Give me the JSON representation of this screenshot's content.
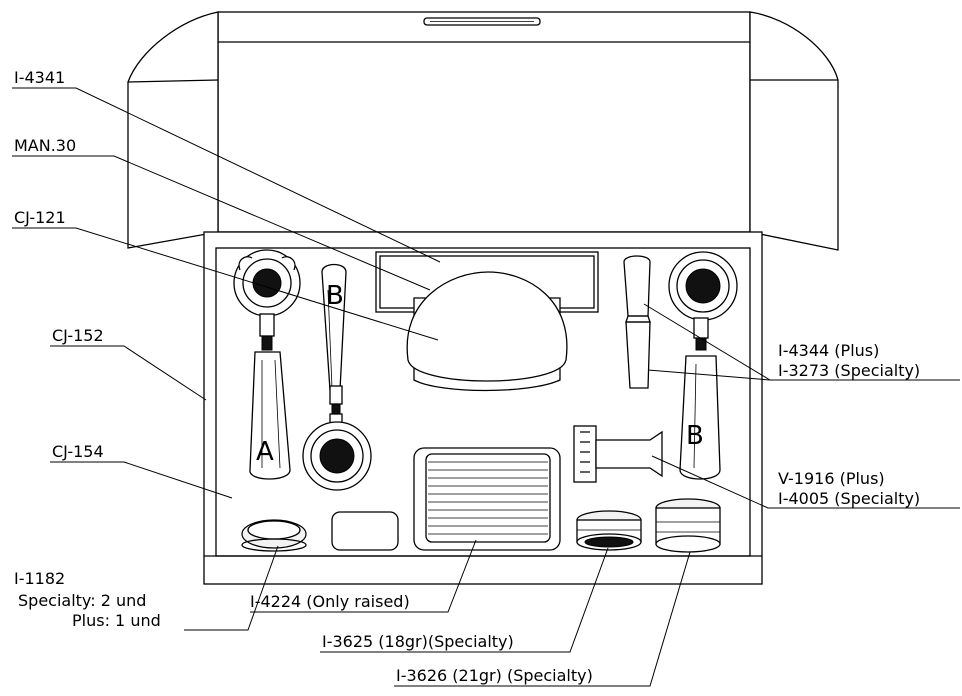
{
  "callouts": {
    "i4341": "I-4341",
    "man30": "MAN.30",
    "cj121": "CJ-121",
    "cj152": "CJ-152",
    "cj154": "CJ-154",
    "i1182_line1": "I-1182",
    "i1182_line2": "Specialty: 2 und",
    "i1182_line3": "Plus: 1 und",
    "i4224": "I-4224 (Only raised)",
    "i3625": "I-3625 (18gr)(Specialty)",
    "i3626": "I-3626 (21gr) (Specialty)",
    "i4344": "I-4344 (Plus)",
    "i3273": "I-3273 (Specialty)",
    "v1916": "V-1916 (Plus)",
    "i4005": "I-4005 (Specialty)"
  },
  "handle_marks": {
    "a": "A",
    "b_left": "B",
    "b_right": "B"
  }
}
